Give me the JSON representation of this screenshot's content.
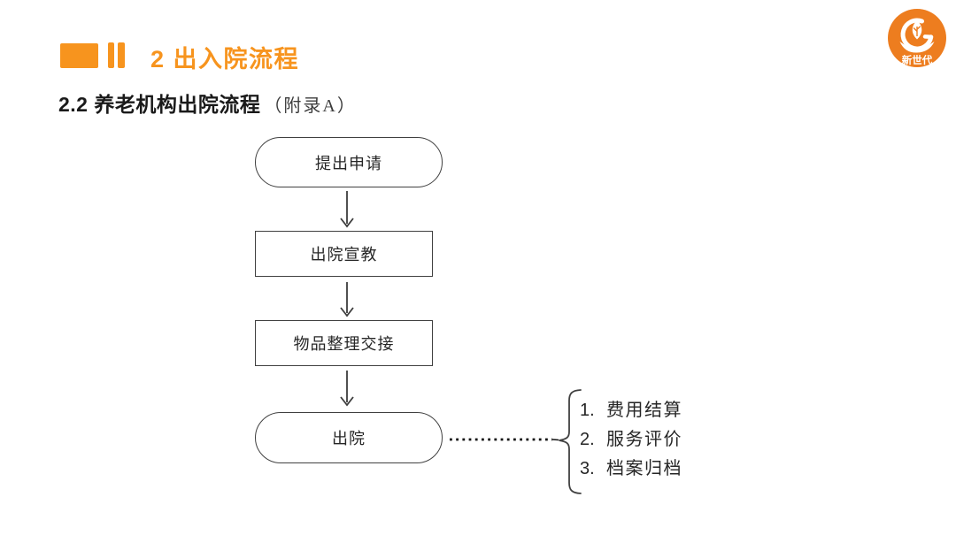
{
  "slide": {
    "colors": {
      "accent": "#F7941E",
      "logo_bg": "#ED7D1F"
    },
    "header": {
      "title": "2 出入院流程"
    },
    "subtitle": {
      "text": "2.2 养老机构出院流程",
      "suffix": "（附录A）"
    },
    "logo": {
      "text": "新世代"
    },
    "flowchart": {
      "nodes": [
        {
          "id": "start",
          "shape": "terminator",
          "label": "提出申请"
        },
        {
          "id": "step1",
          "shape": "process",
          "label": "出院宣教"
        },
        {
          "id": "step2",
          "shape": "process",
          "label": "物品整理交接"
        },
        {
          "id": "end",
          "shape": "terminator",
          "label": "出院"
        }
      ],
      "connector_style": "dotted-line-to-brace"
    },
    "notes": {
      "items": [
        {
          "num": "1.",
          "label": "费用结算"
        },
        {
          "num": "2.",
          "label": "服务评价"
        },
        {
          "num": "3.",
          "label": "档案归档"
        }
      ]
    }
  }
}
